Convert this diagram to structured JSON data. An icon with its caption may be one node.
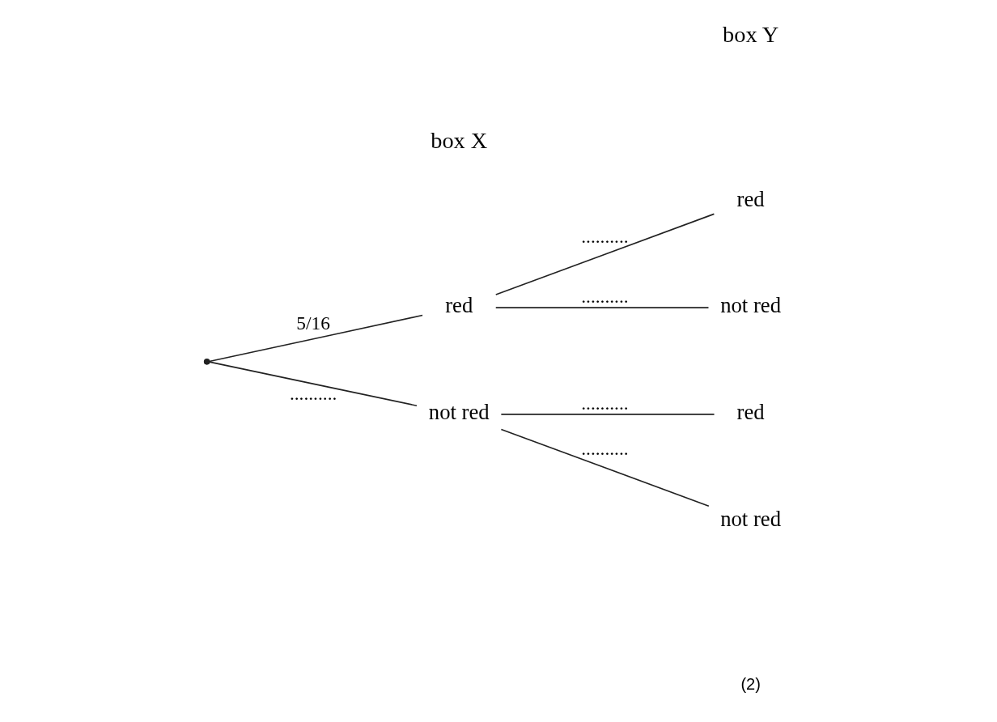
{
  "diagram": {
    "nodes": [
      {
        "text": [],
        "shape": "point"
      },
      {
        "text": [
          "red"
        ]
      },
      {
        "text": [
          "not red"
        ]
      },
      {
        "text": [
          "red"
        ]
      },
      {
        "text": [
          "not red"
        ]
      },
      {
        "text": [
          "red"
        ]
      },
      {
        "text": [
          "not red"
        ]
      }
    ],
    "edges": [
      {
        "from": 0,
        "to": 1,
        "arrow": "none",
        "label": "5/16"
      },
      {
        "from": 0,
        "to": 2,
        "arrow": "none",
        "label": ".........."
      },
      {
        "from": 1,
        "to": 3,
        "arrow": "none",
        "label": ".........."
      },
      {
        "from": 1,
        "to": 4,
        "arrow": "none",
        "label": ".........."
      },
      {
        "from": 2,
        "to": 5,
        "arrow": "none",
        "label": ".........."
      },
      {
        "from": 2,
        "to": 6,
        "arrow": "none",
        "label": ".........."
      }
    ],
    "labels": [
      "box X",
      "box Y",
      "(2)"
    ]
  }
}
